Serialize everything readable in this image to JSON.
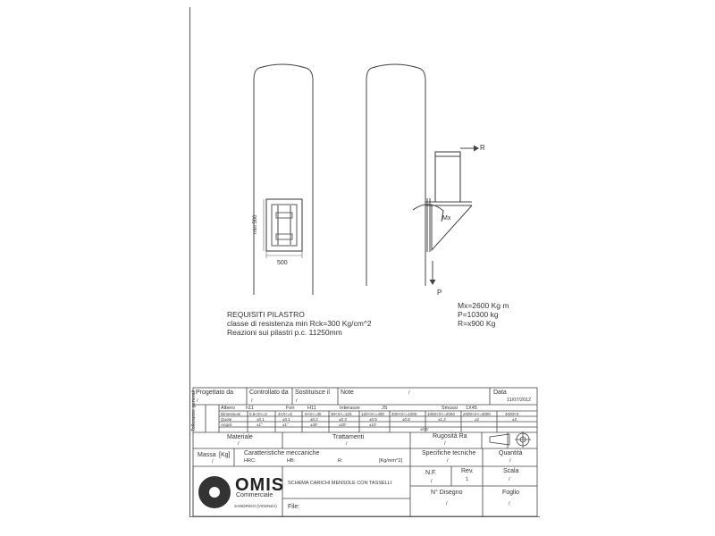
{
  "drawing": {
    "pillar_left": {
      "height_dim": "min 500",
      "width_dim": "500"
    },
    "pillar_right": {
      "labels": {
        "R": "R",
        "Mx": "Mx",
        "P": "P"
      }
    }
  },
  "notes": {
    "requirements": [
      "REQUISITI PILASTRO",
      "classe di resistenza min Rck=300 Kg/cm^2",
      "Reazioni sui pilastri p.c. 11250mm"
    ],
    "loads": [
      "Mx=2600 Kg m",
      "P=10300 kg",
      "R=x900 Kg"
    ]
  },
  "title_block": {
    "progettato": "Progettato da",
    "progettato_val": "/",
    "controllato": "Controllato da",
    "controllato_val": "/",
    "sostituisce": "Sostituisce il",
    "sostituisce_val": "/",
    "note": "Note",
    "note_val": "/",
    "data": "Data",
    "data_val": "11/07/2012",
    "tolleranze": "Tolleranze generali",
    "albero": "Albero",
    "h11": "h11",
    "foro": "Fori",
    "h11b": "H11",
    "interasse": "Interasse",
    "js8": "JS",
    "smussi": "Smussi",
    "smussi_val": "1X45",
    "dimensioni": "Dimensioni",
    "dims": [
      "0.5<X<=3",
      "3<X<=6",
      "6<X<=30",
      "30<X<=120",
      "120<X<=400",
      "400<X<=1000",
      "1000<X<=2000",
      "2000<X<=4000",
      "4000<X"
    ],
    "quote": "Quote",
    "quote_vals": [
      "±0.1",
      "±0.1",
      "±0.2",
      "±0.3",
      "±0.5",
      "±0.8",
      "±1.2",
      "±2",
      "±3"
    ],
    "angoli": "Angoli",
    "angoli_vals": [
      "±1°",
      "±1°",
      "±30'",
      "±20'",
      "±10'",
      "±0.5'"
    ],
    "materiale": "Materiale",
    "materiale_val": "/",
    "trattamenti": "Trattamenti",
    "trattamenti_val": "/",
    "rugosita": "Rugosità Ra",
    "rugosita_val": "/",
    "massa": "Massa",
    "kgl": "[Kg]",
    "massa_val": "/",
    "caratteristiche": "Caratteristiche meccaniche",
    "hrc": "HRC:",
    "hb": "HB:",
    "r": "R:",
    "kgmm": "[Kg/mm^2]",
    "specifiche": "Specifiche tecniche",
    "specifiche_val": "/",
    "quantita": "Quantità",
    "quantita_val": "/",
    "descrizione": "SCHEMA CARICHI MENSOLE CON TASSELLI",
    "nf": "N.F.",
    "nf_val": "/",
    "rev": "Rev.",
    "rev_val": "1",
    "scala": "Scala",
    "scala_val": "/",
    "n_disegno": "N° Disegno",
    "n_disegno_val": "/",
    "foglio": "Foglio",
    "foglio_val": "/",
    "file": "File:",
    "company": "OMIS",
    "company_sub": "Commerciale",
    "company_city": "SANDRIGO (VICENZA)"
  }
}
